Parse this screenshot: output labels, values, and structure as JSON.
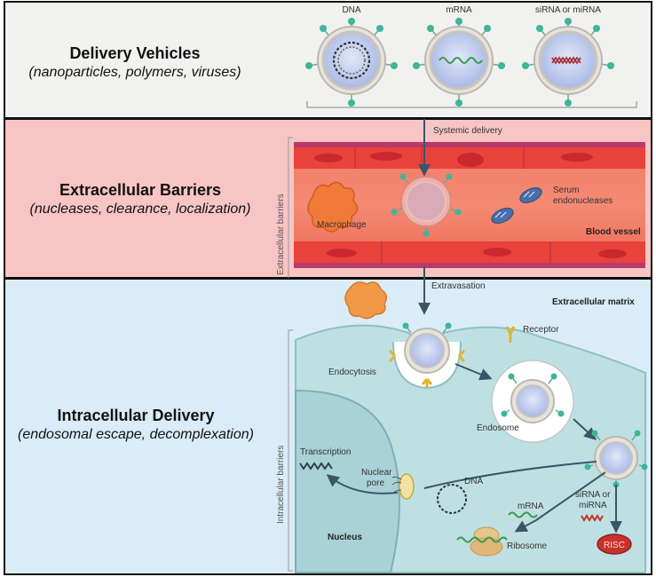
{
  "panels": {
    "delivery": {
      "title": "Delivery Vehicles",
      "subtitle": "(nanoparticles, polymers, viruses)"
    },
    "extracellular": {
      "title": "Extracellular Barriers",
      "subtitle": "(nucleases, clearance, localization)"
    },
    "intracellular": {
      "title": "Intracellular Delivery",
      "subtitle": "(endosomal escape, decomplexation)"
    }
  },
  "vehicles": {
    "dna": "DNA",
    "mrna": "mRNA",
    "sirna": "siRNA or miRNA"
  },
  "labels": {
    "systemic_delivery": "Systemic delivery",
    "macrophage": "Macrophage",
    "serum_endonucleases_1": "Serum",
    "serum_endonucleases_2": "endonucleases",
    "blood_vessel": "Blood vessel",
    "extracellular_barriers": "Extracellular barriers",
    "extravasation": "Extravasation",
    "extracellular_matrix": "Extracellular matrix",
    "receptor": "Receptor",
    "endocytosis": "Endocytosis",
    "endosome": "Endosome",
    "intracellular_barriers": "Intracellular barriers",
    "transcription": "Transcription",
    "nuclear_pore_1": "Nuclear",
    "nuclear_pore_2": "pore",
    "dna": "DNA",
    "mrna": "mRNA",
    "sirna_1": "siRNA or",
    "sirna_2": "miRNA",
    "nucleus": "Nucleus",
    "ribosome": "Ribosome",
    "risc": "RISC"
  },
  "colors": {
    "panel1_bg": "#f1f1ef",
    "panel2_bg": "#f7c5c4",
    "panel3_bg": "#d9ecf7",
    "vessel": "#e9493d",
    "cell": "#bfe0e3",
    "arrow": "#3a5566"
  }
}
